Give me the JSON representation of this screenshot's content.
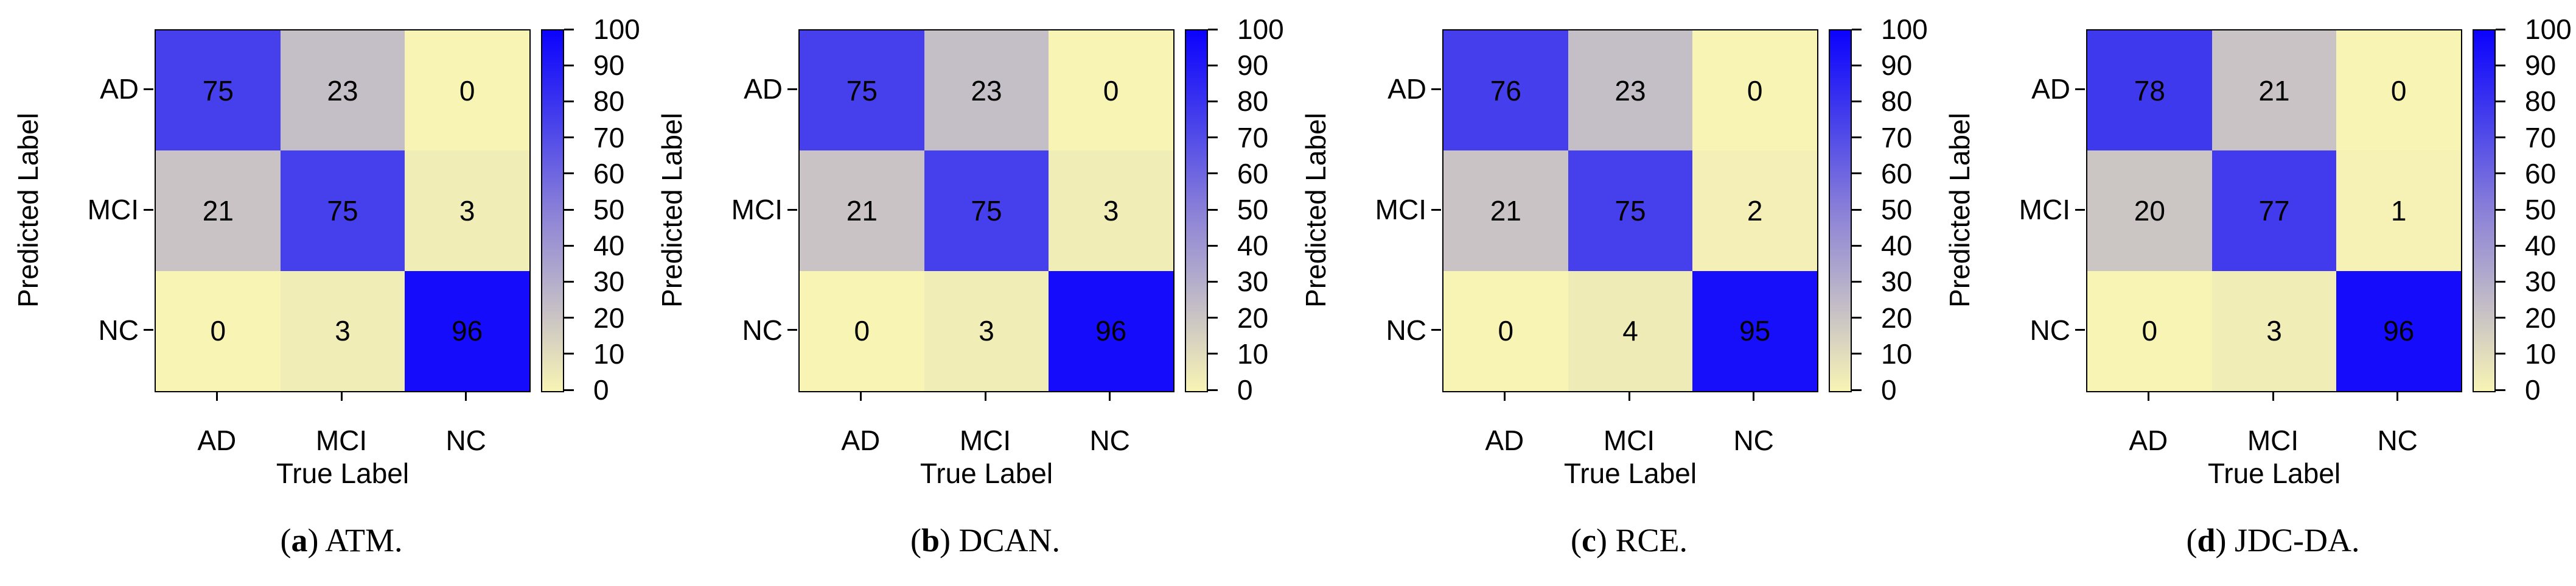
{
  "figure": {
    "background": "#ffffff",
    "text_color": "#000000"
  },
  "shared": {
    "xlabel": "True Label",
    "ylabel": "Predicted Label",
    "x_ticklabels": [
      "AD",
      "MCI",
      "NC"
    ],
    "y_ticklabels": [
      "AD",
      "MCI",
      "NC"
    ],
    "colorbar": {
      "min": 0,
      "max": 100,
      "tick_values": [
        0,
        10,
        20,
        30,
        40,
        50,
        60,
        70,
        80,
        90,
        100
      ],
      "tick_labels": [
        "0",
        "10",
        "20",
        "30",
        "40",
        "50",
        "60",
        "70",
        "80",
        "90",
        "100"
      ],
      "colormap_stops": [
        {
          "value": 0,
          "color": "#f8f4b4"
        },
        {
          "value": 25,
          "color": "#c0bac8"
        },
        {
          "value": 50,
          "color": "#8a80d8"
        },
        {
          "value": 75,
          "color": "#4640ec"
        },
        {
          "value": 100,
          "color": "#0b02fd"
        }
      ]
    }
  },
  "chart_data": [
    {
      "type": "heatmap",
      "caption_open": "(",
      "caption_letter": "a",
      "caption_close": ") ",
      "caption_name": "ATM.",
      "xlabel": "True Label",
      "ylabel": "Predicted Label",
      "x": [
        "AD",
        "MCI",
        "NC"
      ],
      "y": [
        "AD",
        "MCI",
        "NC"
      ],
      "values": [
        [
          75,
          23,
          0
        ],
        [
          21,
          75,
          3
        ],
        [
          0,
          3,
          96
        ]
      ],
      "vmin": 0,
      "vmax": 100
    },
    {
      "type": "heatmap",
      "caption_open": "(",
      "caption_letter": "b",
      "caption_close": ") ",
      "caption_name": "DCAN.",
      "xlabel": "True Label",
      "ylabel": "Predicted Label",
      "x": [
        "AD",
        "MCI",
        "NC"
      ],
      "y": [
        "AD",
        "MCI",
        "NC"
      ],
      "values": [
        [
          75,
          23,
          0
        ],
        [
          21,
          75,
          3
        ],
        [
          0,
          3,
          96
        ]
      ],
      "vmin": 0,
      "vmax": 100
    },
    {
      "type": "heatmap",
      "caption_open": "(",
      "caption_letter": "c",
      "caption_close": ") ",
      "caption_name": "RCE.",
      "xlabel": "True Label",
      "ylabel": "Predicted Label",
      "x": [
        "AD",
        "MCI",
        "NC"
      ],
      "y": [
        "AD",
        "MCI",
        "NC"
      ],
      "values": [
        [
          76,
          23,
          0
        ],
        [
          21,
          75,
          2
        ],
        [
          0,
          4,
          95
        ]
      ],
      "vmin": 0,
      "vmax": 100
    },
    {
      "type": "heatmap",
      "caption_open": "(",
      "caption_letter": "d",
      "caption_close": ") ",
      "caption_name": "JDC-DA.",
      "xlabel": "True Label",
      "ylabel": "Predicted Label",
      "x": [
        "AD",
        "MCI",
        "NC"
      ],
      "y": [
        "AD",
        "MCI",
        "NC"
      ],
      "values": [
        [
          78,
          21,
          0
        ],
        [
          20,
          77,
          1
        ],
        [
          0,
          3,
          96
        ]
      ],
      "vmin": 0,
      "vmax": 100
    }
  ]
}
